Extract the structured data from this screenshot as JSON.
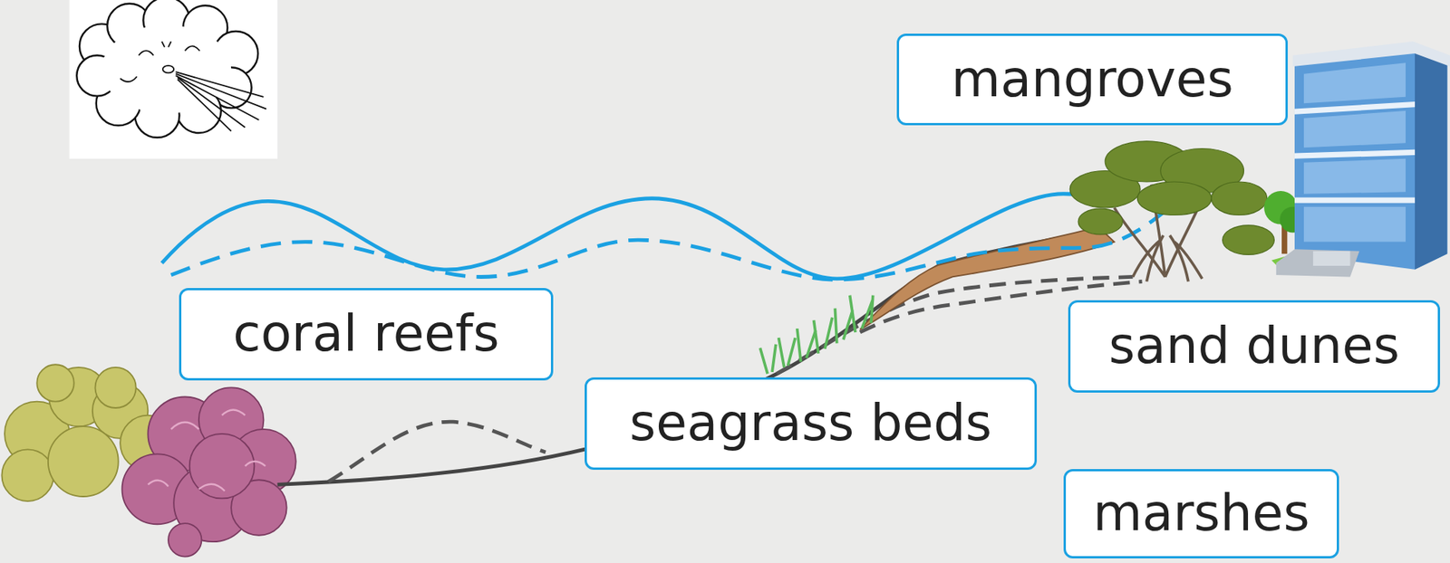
{
  "diagram": {
    "nodes": [
      {
        "text": [
          "mangroves"
        ]
      },
      {
        "text": [
          "coral reefs"
        ]
      },
      {
        "text": [
          "sand dunes"
        ]
      },
      {
        "text": [
          "seagrass beds"
        ]
      },
      {
        "text": [
          "marshes"
        ]
      }
    ]
  }
}
